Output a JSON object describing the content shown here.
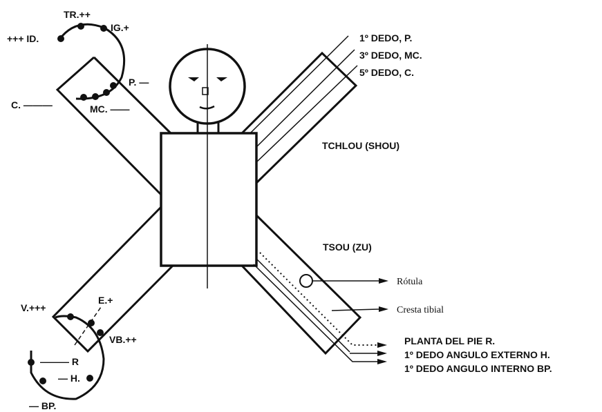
{
  "labels": {
    "tr": "TR.++",
    "ig": "IG.+",
    "id": "+++ ID.",
    "p": "P. —",
    "c": "C. ———",
    "mc": "MC. ——",
    "dedo1": "1º DEDO, P.",
    "dedo3": "3º DEDO, MC.",
    "dedo5": "5º DEDO, C.",
    "tchlou": "TCHLOU (SHOU)",
    "tsou": "TSOU (ZU)",
    "rotula": "Rótula",
    "cresta": "Cresta tibial",
    "planta": "PLANTA DEL PIE R.",
    "externo": "1º DEDO ANGULO EXTERNO H.",
    "interno": "1º DEDO ANGULO INTERNO BP.",
    "v": "V.+++",
    "e": "E.+",
    "vb": "VB.++",
    "r": "——— R",
    "h": "— H.",
    "bp": "— BP."
  }
}
